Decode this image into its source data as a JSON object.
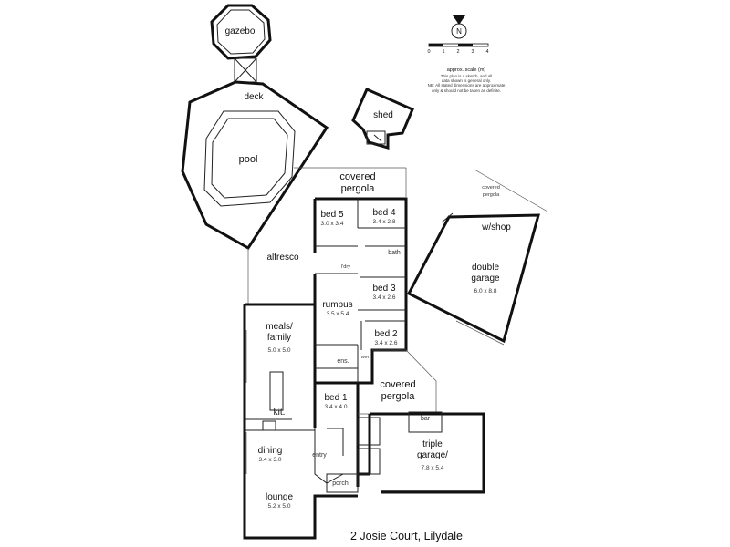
{
  "address": "2 Josie Court, Lilydale",
  "scale": {
    "north_letter": "N",
    "numbers": [
      "0",
      "1",
      "2",
      "3",
      "4"
    ],
    "caption": "approx. scale (m)",
    "notes": [
      "This plan is a sketch, and all",
      "data shown is general only.",
      "NB: All stated dimensions are approximate",
      "only & should not be taken as definite."
    ]
  },
  "rooms": {
    "gazebo": {
      "name": "gazebo"
    },
    "deck": {
      "name": "deck"
    },
    "pool": {
      "name": "pool"
    },
    "shed": {
      "name": "shed"
    },
    "covered_pergola_top": {
      "line1": "covered",
      "line2": "pergola"
    },
    "alfresco": {
      "name": "alfresco"
    },
    "bed5": {
      "name": "bed 5",
      "dim": "3.0 x 3.4"
    },
    "bed4": {
      "name": "bed 4",
      "dim": "3.4 x 2.8"
    },
    "bath": {
      "name": "bath"
    },
    "ldry": {
      "name": "l'dry"
    },
    "bed3": {
      "name": "bed 3",
      "dim": "3.4 x 2.6"
    },
    "rumpus": {
      "name": "rumpus",
      "dim": "3.5 x 5.4"
    },
    "meals_family": {
      "line1": "meals/",
      "line2": "family",
      "dim": "5.0 x 5.0"
    },
    "bed2": {
      "name": "bed 2",
      "dim": "3.4 x 2.6"
    },
    "ens": {
      "name": "ens."
    },
    "wir": {
      "name": "WIR"
    },
    "covered_pergola_mid": {
      "line1": "covered",
      "line2": "pergola"
    },
    "bed1": {
      "name": "bed 1",
      "dim": "3.4 x 4.0"
    },
    "kit": {
      "name": "kit."
    },
    "dining": {
      "name": "dining",
      "dim": "3.4 x 3.0"
    },
    "entry": {
      "name": "entry"
    },
    "porch": {
      "name": "porch"
    },
    "lounge": {
      "name": "lounge",
      "dim": "5.2 x 5.0"
    },
    "bar": {
      "name": "bar"
    },
    "triple_garage": {
      "line1": "triple",
      "line2": "garage/",
      "dim": "7.8 x 5.4"
    },
    "wshop": {
      "name": "w/shop"
    },
    "double_garage": {
      "line1": "double",
      "line2": "garage",
      "dim": "6.0 x 8.8"
    },
    "covered_pergola_right": {
      "line1": "covered",
      "line2": "pergola"
    }
  }
}
